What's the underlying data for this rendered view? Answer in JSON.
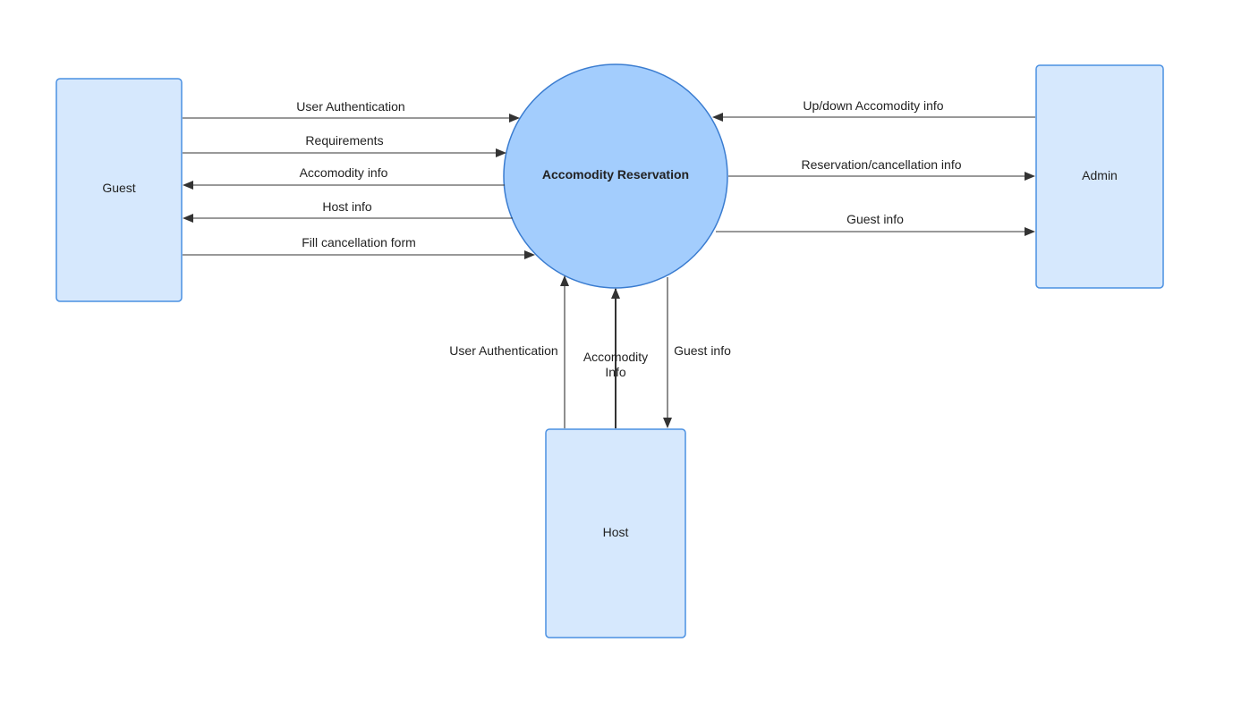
{
  "process": {
    "label": "Accomodity Reservation"
  },
  "entities": {
    "guest": "Guest",
    "admin": "Admin",
    "host": "Host"
  },
  "flows": {
    "guest_user_auth": "User Authentication",
    "guest_requirements": "Requirements",
    "guest_accomodity_info": "Accomodity info",
    "guest_host_info": "Host info",
    "guest_fill_cancellation": "Fill cancellation form",
    "admin_updown_info": "Up/down Accomodity info",
    "admin_reservation_cancellation": "Reservation/cancellation info",
    "admin_guest_info": "Guest info",
    "host_user_auth": "User Authentication",
    "host_accomodity_info_line1": "Accomodity",
    "host_accomodity_info_line2": "Info",
    "host_guest_info": "Guest info"
  },
  "colors": {
    "entity_fill": "#d6e8fd",
    "entity_stroke": "#4a90e2",
    "process_fill": "#a3cdfd",
    "process_stroke": "#3a7cd0",
    "line": "#333333"
  }
}
